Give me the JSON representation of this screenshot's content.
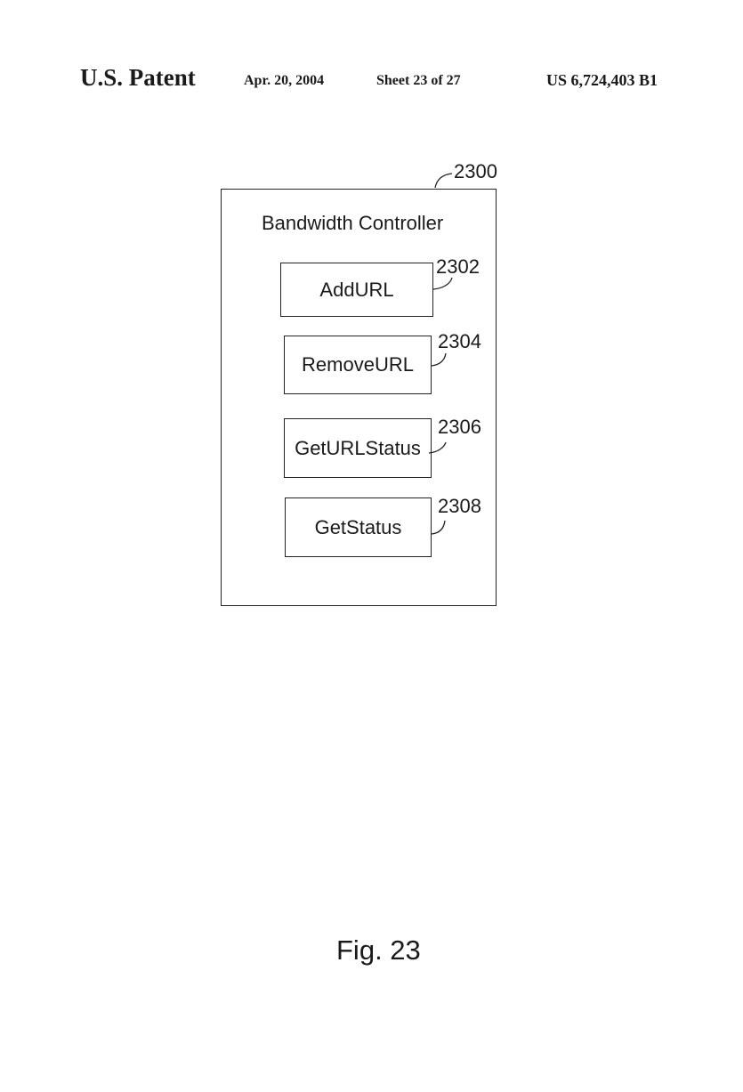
{
  "header": {
    "patent_label": "U.S. Patent",
    "date": "Apr. 20, 2004",
    "sheet": "Sheet 23 of 27",
    "patent_number": "US 6,724,403 B1"
  },
  "diagram": {
    "outer": {
      "ref": "2300",
      "title": "Bandwidth Controller"
    },
    "functions": [
      {
        "label": "AddURL",
        "ref": "2302"
      },
      {
        "label": "RemoveURL",
        "ref": "2304"
      },
      {
        "label": "GetURLStatus",
        "ref": "2306"
      },
      {
        "label": "GetStatus",
        "ref": "2308"
      }
    ]
  },
  "figure_label": "Fig. 23"
}
